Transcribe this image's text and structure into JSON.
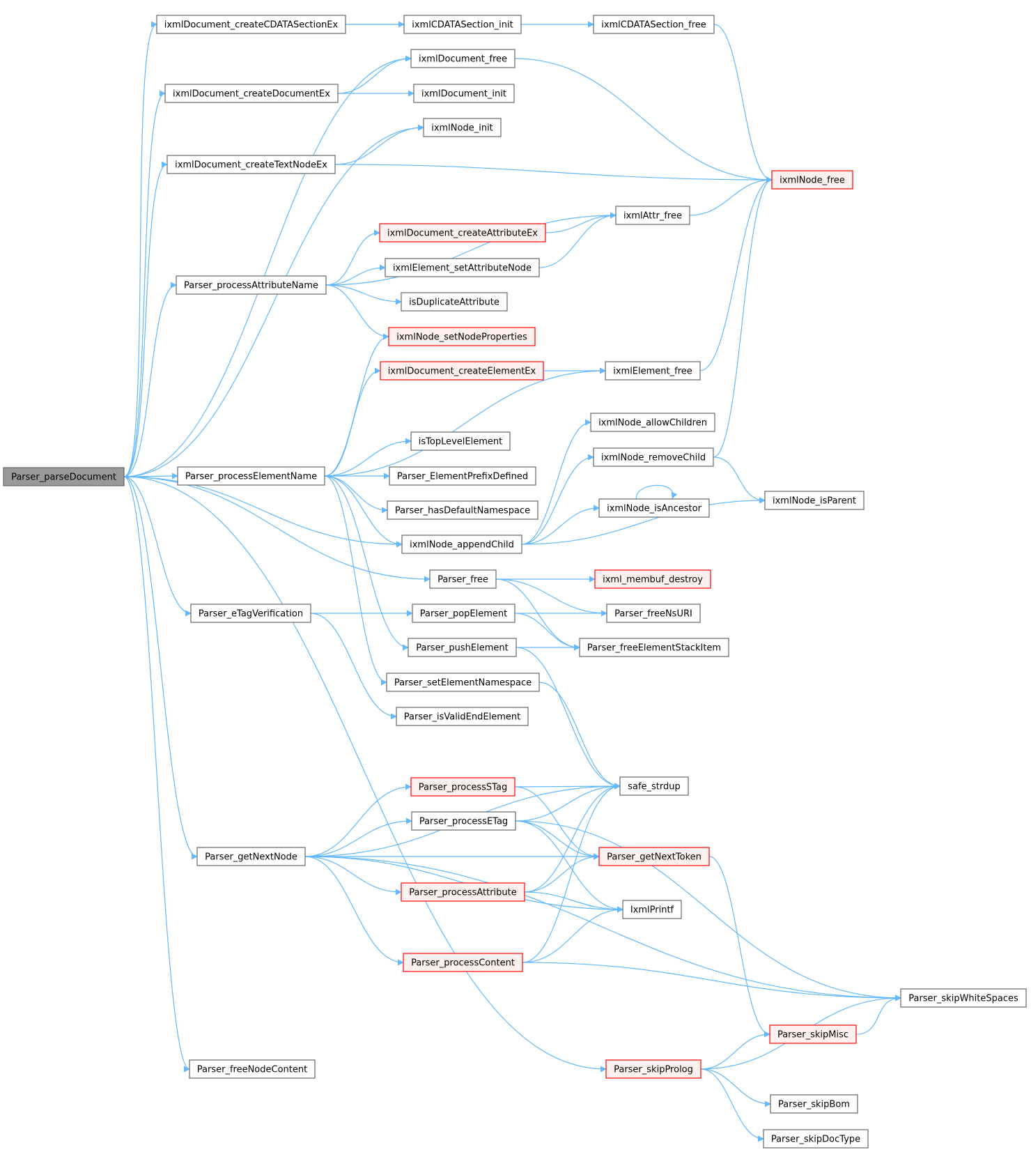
{
  "colors": {
    "edge": "#63b8ff",
    "node_border": "#666666",
    "node_fill": "#ffffff",
    "root_fill": "#999999",
    "truncated_border": "#ff0000",
    "truncated_fill": "#fff0f0",
    "text": "#000000"
  },
  "nodes": [
    {
      "id": "n_parseDocument",
      "label": "Parser_parseDocument",
      "kind": "root"
    },
    {
      "id": "n_createCDATA",
      "label": "ixmlDocument_createCDATASectionEx",
      "kind": "normal"
    },
    {
      "id": "n_cdataInit",
      "label": "ixmlCDATASection_init",
      "kind": "normal"
    },
    {
      "id": "n_cdataFree",
      "label": "ixmlCDATASection_free",
      "kind": "normal"
    },
    {
      "id": "n_docFree",
      "label": "ixmlDocument_free",
      "kind": "normal"
    },
    {
      "id": "n_createDoc",
      "label": "ixmlDocument_createDocumentEx",
      "kind": "normal"
    },
    {
      "id": "n_docInit",
      "label": "ixmlDocument_init",
      "kind": "normal"
    },
    {
      "id": "n_nodeInit",
      "label": "ixmlNode_init",
      "kind": "normal"
    },
    {
      "id": "n_createText",
      "label": "ixmlDocument_createTextNodeEx",
      "kind": "normal"
    },
    {
      "id": "n_nodeFree",
      "label": "ixmlNode_free",
      "kind": "truncated"
    },
    {
      "id": "n_attrFree",
      "label": "ixmlAttr_free",
      "kind": "normal"
    },
    {
      "id": "n_createAttr",
      "label": "ixmlDocument_createAttributeEx",
      "kind": "truncated"
    },
    {
      "id": "n_setAttrNode",
      "label": "ixmlElement_setAttributeNode",
      "kind": "normal"
    },
    {
      "id": "n_procAttrName",
      "label": "Parser_processAttributeName",
      "kind": "normal"
    },
    {
      "id": "n_isDupAttr",
      "label": "isDuplicateAttribute",
      "kind": "normal"
    },
    {
      "id": "n_setNodeProps",
      "label": "ixmlNode_setNodeProperties",
      "kind": "truncated"
    },
    {
      "id": "n_createElem",
      "label": "ixmlDocument_createElementEx",
      "kind": "truncated"
    },
    {
      "id": "n_elemFree",
      "label": "ixmlElement_free",
      "kind": "normal"
    },
    {
      "id": "n_allowChildren",
      "label": "ixmlNode_allowChildren",
      "kind": "normal"
    },
    {
      "id": "n_isTopLevel",
      "label": "isTopLevelElement",
      "kind": "normal"
    },
    {
      "id": "n_removeChild",
      "label": "ixmlNode_removeChild",
      "kind": "normal"
    },
    {
      "id": "n_procElemName",
      "label": "Parser_processElementName",
      "kind": "normal"
    },
    {
      "id": "n_elemPrefix",
      "label": "Parser_ElementPrefixDefined",
      "kind": "normal"
    },
    {
      "id": "n_isAncestor",
      "label": "ixmlNode_isAncestor",
      "kind": "normal"
    },
    {
      "id": "n_isParent",
      "label": "ixmlNode_isParent",
      "kind": "normal"
    },
    {
      "id": "n_hasDefNs",
      "label": "Parser_hasDefaultNamespace",
      "kind": "normal"
    },
    {
      "id": "n_appendChild",
      "label": "ixmlNode_appendChild",
      "kind": "normal"
    },
    {
      "id": "n_parserFree",
      "label": "Parser_free",
      "kind": "normal"
    },
    {
      "id": "n_membufDestroy",
      "label": "ixml_membuf_destroy",
      "kind": "truncated"
    },
    {
      "id": "n_eTagVerif",
      "label": "Parser_eTagVerification",
      "kind": "normal"
    },
    {
      "id": "n_popElem",
      "label": "Parser_popElement",
      "kind": "normal"
    },
    {
      "id": "n_freeNsURI",
      "label": "Parser_freeNsURI",
      "kind": "normal"
    },
    {
      "id": "n_pushElem",
      "label": "Parser_pushElement",
      "kind": "normal"
    },
    {
      "id": "n_freeStackItem",
      "label": "Parser_freeElementStackItem",
      "kind": "normal"
    },
    {
      "id": "n_setElemNs",
      "label": "Parser_setElementNamespace",
      "kind": "normal"
    },
    {
      "id": "n_isValidEnd",
      "label": "Parser_isValidEndElement",
      "kind": "normal"
    },
    {
      "id": "n_procSTag",
      "label": "Parser_processSTag",
      "kind": "truncated"
    },
    {
      "id": "n_safeStrdup",
      "label": "safe_strdup",
      "kind": "normal"
    },
    {
      "id": "n_procETag",
      "label": "Parser_processETag",
      "kind": "normal"
    },
    {
      "id": "n_getNextNode",
      "label": "Parser_getNextNode",
      "kind": "normal"
    },
    {
      "id": "n_getNextToken",
      "label": "Parser_getNextToken",
      "kind": "truncated"
    },
    {
      "id": "n_procAttr",
      "label": "Parser_processAttribute",
      "kind": "truncated"
    },
    {
      "id": "n_ixmlPrintf",
      "label": "IxmlPrintf",
      "kind": "normal"
    },
    {
      "id": "n_procContent",
      "label": "Parser_processContent",
      "kind": "truncated"
    },
    {
      "id": "n_skipWS",
      "label": "Parser_skipWhiteSpaces",
      "kind": "normal"
    },
    {
      "id": "n_skipMisc",
      "label": "Parser_skipMisc",
      "kind": "truncated"
    },
    {
      "id": "n_freeNodeContent",
      "label": "Parser_freeNodeContent",
      "kind": "normal"
    },
    {
      "id": "n_skipProlog",
      "label": "Parser_skipProlog",
      "kind": "truncated"
    },
    {
      "id": "n_skipBom",
      "label": "Parser_skipBom",
      "kind": "normal"
    },
    {
      "id": "n_skipDocType",
      "label": "Parser_skipDocType",
      "kind": "normal"
    }
  ],
  "edges": [
    [
      "n_parseDocument",
      "n_createCDATA"
    ],
    [
      "n_parseDocument",
      "n_docFree"
    ],
    [
      "n_parseDocument",
      "n_createDoc"
    ],
    [
      "n_parseDocument",
      "n_nodeInit"
    ],
    [
      "n_parseDocument",
      "n_createText"
    ],
    [
      "n_parseDocument",
      "n_procAttrName"
    ],
    [
      "n_parseDocument",
      "n_procElemName"
    ],
    [
      "n_parseDocument",
      "n_appendChild"
    ],
    [
      "n_parseDocument",
      "n_parserFree"
    ],
    [
      "n_parseDocument",
      "n_eTagVerif"
    ],
    [
      "n_parseDocument",
      "n_getNextNode"
    ],
    [
      "n_parseDocument",
      "n_skipProlog"
    ],
    [
      "n_parseDocument",
      "n_freeNodeContent"
    ],
    [
      "n_createCDATA",
      "n_cdataInit"
    ],
    [
      "n_createCDATA",
      "n_cdataFree"
    ],
    [
      "n_cdataFree",
      "n_nodeFree"
    ],
    [
      "n_docFree",
      "n_nodeFree"
    ],
    [
      "n_createDoc",
      "n_docFree"
    ],
    [
      "n_createDoc",
      "n_docInit"
    ],
    [
      "n_createText",
      "n_nodeInit"
    ],
    [
      "n_createText",
      "n_nodeFree"
    ],
    [
      "n_attrFree",
      "n_nodeFree"
    ],
    [
      "n_procAttrName",
      "n_attrFree"
    ],
    [
      "n_procAttrName",
      "n_createAttr"
    ],
    [
      "n_procAttrName",
      "n_setAttrNode"
    ],
    [
      "n_procAttrName",
      "n_isDupAttr"
    ],
    [
      "n_procAttrName",
      "n_setNodeProps"
    ],
    [
      "n_createAttr",
      "n_attrFree"
    ],
    [
      "n_setAttrNode",
      "n_attrFree"
    ],
    [
      "n_elemFree",
      "n_nodeFree"
    ],
    [
      "n_removeChild",
      "n_nodeFree"
    ],
    [
      "n_removeChild",
      "n_isParent"
    ],
    [
      "n_procElemName",
      "n_setNodeProps"
    ],
    [
      "n_procElemName",
      "n_createElem"
    ],
    [
      "n_procElemName",
      "n_elemFree"
    ],
    [
      "n_procElemName",
      "n_isTopLevel"
    ],
    [
      "n_procElemName",
      "n_elemPrefix"
    ],
    [
      "n_procElemName",
      "n_hasDefNs"
    ],
    [
      "n_procElemName",
      "n_appendChild"
    ],
    [
      "n_procElemName",
      "n_pushElem"
    ],
    [
      "n_procElemName",
      "n_setElemNs"
    ],
    [
      "n_createElem",
      "n_elemFree"
    ],
    [
      "n_appendChild",
      "n_allowChildren"
    ],
    [
      "n_appendChild",
      "n_removeChild"
    ],
    [
      "n_appendChild",
      "n_isAncestor"
    ],
    [
      "n_appendChild",
      "n_isParent"
    ],
    [
      "n_isAncestor",
      "n_isAncestor"
    ],
    [
      "n_parserFree",
      "n_membufDestroy"
    ],
    [
      "n_parserFree",
      "n_freeNsURI"
    ],
    [
      "n_parserFree",
      "n_freeStackItem"
    ],
    [
      "n_eTagVerif",
      "n_popElem"
    ],
    [
      "n_eTagVerif",
      "n_isValidEnd"
    ],
    [
      "n_popElem",
      "n_freeNsURI"
    ],
    [
      "n_popElem",
      "n_freeStackItem"
    ],
    [
      "n_pushElem",
      "n_freeStackItem"
    ],
    [
      "n_pushElem",
      "n_safeStrdup"
    ],
    [
      "n_setElemNs",
      "n_safeStrdup"
    ],
    [
      "n_getNextNode",
      "n_safeStrdup"
    ],
    [
      "n_getNextNode",
      "n_procSTag"
    ],
    [
      "n_getNextNode",
      "n_procETag"
    ],
    [
      "n_getNextNode",
      "n_getNextToken"
    ],
    [
      "n_getNextNode",
      "n_procAttr"
    ],
    [
      "n_getNextNode",
      "n_ixmlPrintf"
    ],
    [
      "n_getNextNode",
      "n_procContent"
    ],
    [
      "n_getNextNode",
      "n_skipWS"
    ],
    [
      "n_procSTag",
      "n_safeStrdup"
    ],
    [
      "n_procSTag",
      "n_getNextToken"
    ],
    [
      "n_procETag",
      "n_safeStrdup"
    ],
    [
      "n_procETag",
      "n_getNextToken"
    ],
    [
      "n_procETag",
      "n_ixmlPrintf"
    ],
    [
      "n_procETag",
      "n_skipWS"
    ],
    [
      "n_procAttr",
      "n_safeStrdup"
    ],
    [
      "n_procAttr",
      "n_getNextToken"
    ],
    [
      "n_procAttr",
      "n_ixmlPrintf"
    ],
    [
      "n_procContent",
      "n_safeStrdup"
    ],
    [
      "n_procContent",
      "n_ixmlPrintf"
    ],
    [
      "n_procContent",
      "n_skipWS"
    ],
    [
      "n_getNextToken",
      "n_skipMisc"
    ],
    [
      "n_skipMisc",
      "n_skipWS"
    ],
    [
      "n_skipProlog",
      "n_skipMisc"
    ],
    [
      "n_skipProlog",
      "n_skipWS"
    ],
    [
      "n_skipProlog",
      "n_skipBom"
    ],
    [
      "n_skipProlog",
      "n_skipDocType"
    ]
  ]
}
